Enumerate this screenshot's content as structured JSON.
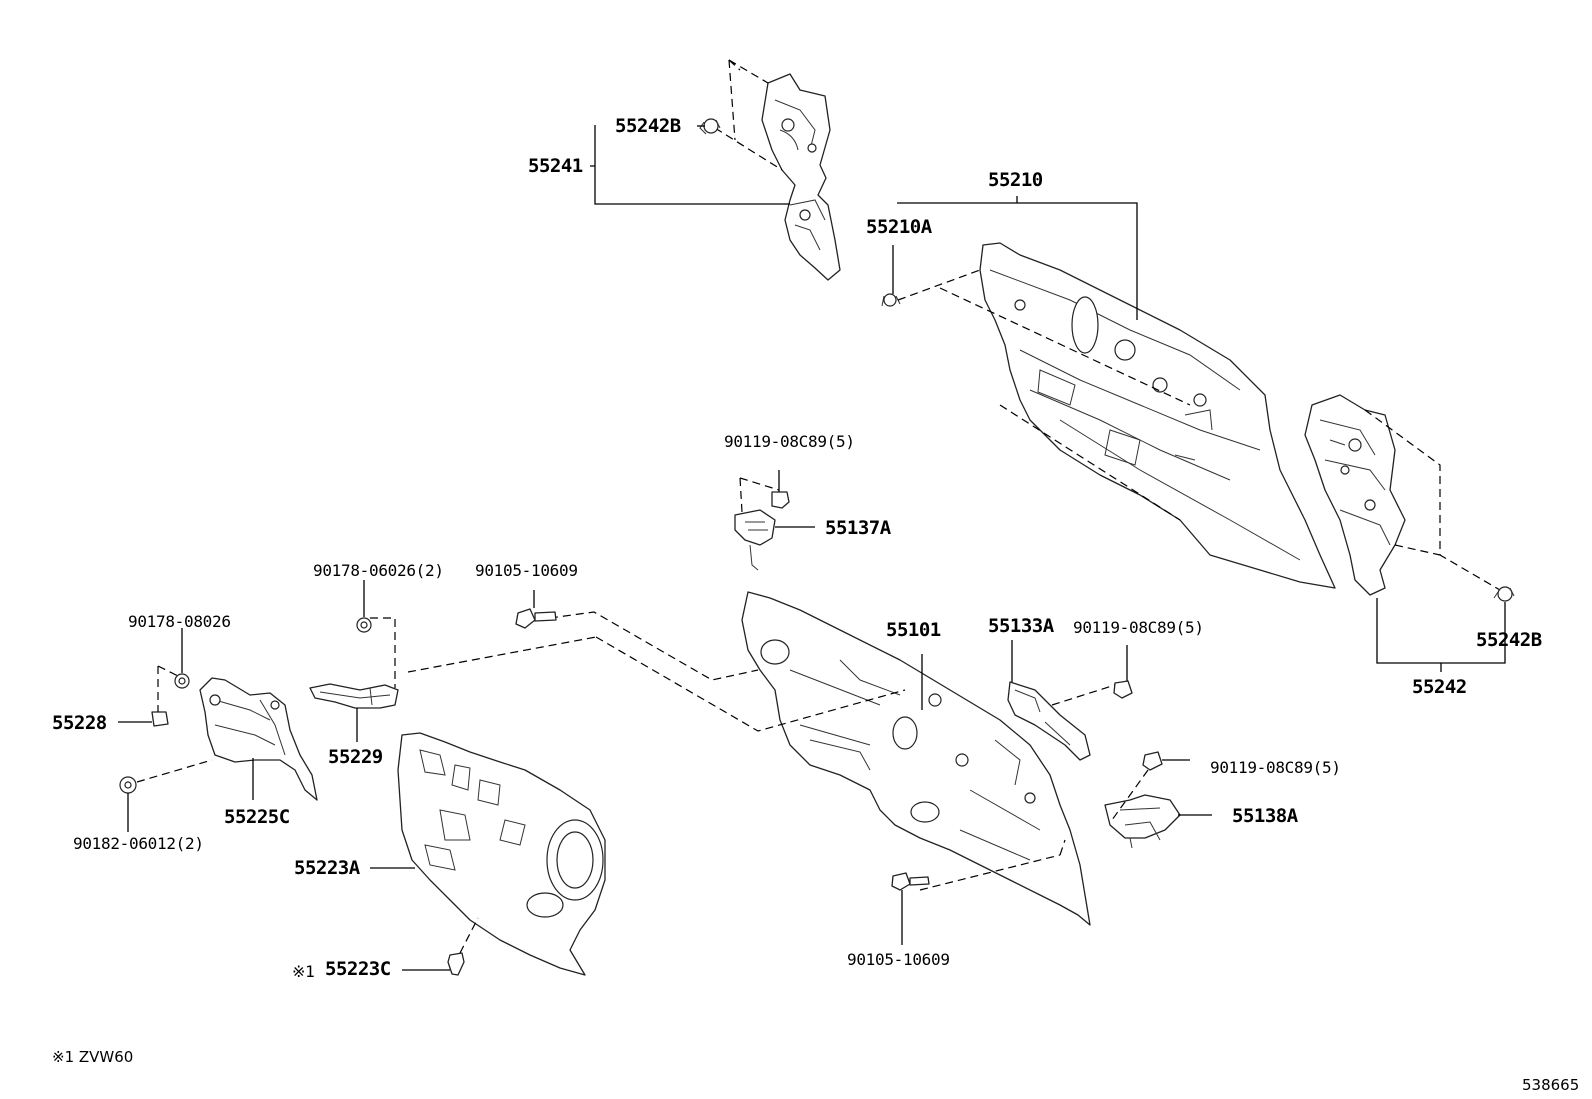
{
  "diagram": {
    "labels": {
      "p55242B_top": "55242B",
      "p55241": "55241",
      "p55210": "55210",
      "p55210A": "55210A",
      "p90119_top": "90119-08C89(5)",
      "p55137A": "55137A",
      "p90178_06026": "90178-06026(2)",
      "p90105_top": "90105-10609",
      "p90178_08026": "90178-08026",
      "p55228": "55228",
      "p55229": "55229",
      "p90182": "90182-06012(2)",
      "p55225C": "55225C",
      "p55223A": "55223A",
      "p55223C": "55223C",
      "p55223C_mark": "※1",
      "p55101": "55101",
      "p55133A": "55133A",
      "p90119_mid": "90119-08C89(5)",
      "p90119_right": "90119-08C89(5)",
      "p55138A": "55138A",
      "p90105_bottom": "90105-10609",
      "p55242B_right": "55242B",
      "p55242": "55242"
    },
    "footnote": "※1 ZVW60",
    "image_code": "538665"
  }
}
